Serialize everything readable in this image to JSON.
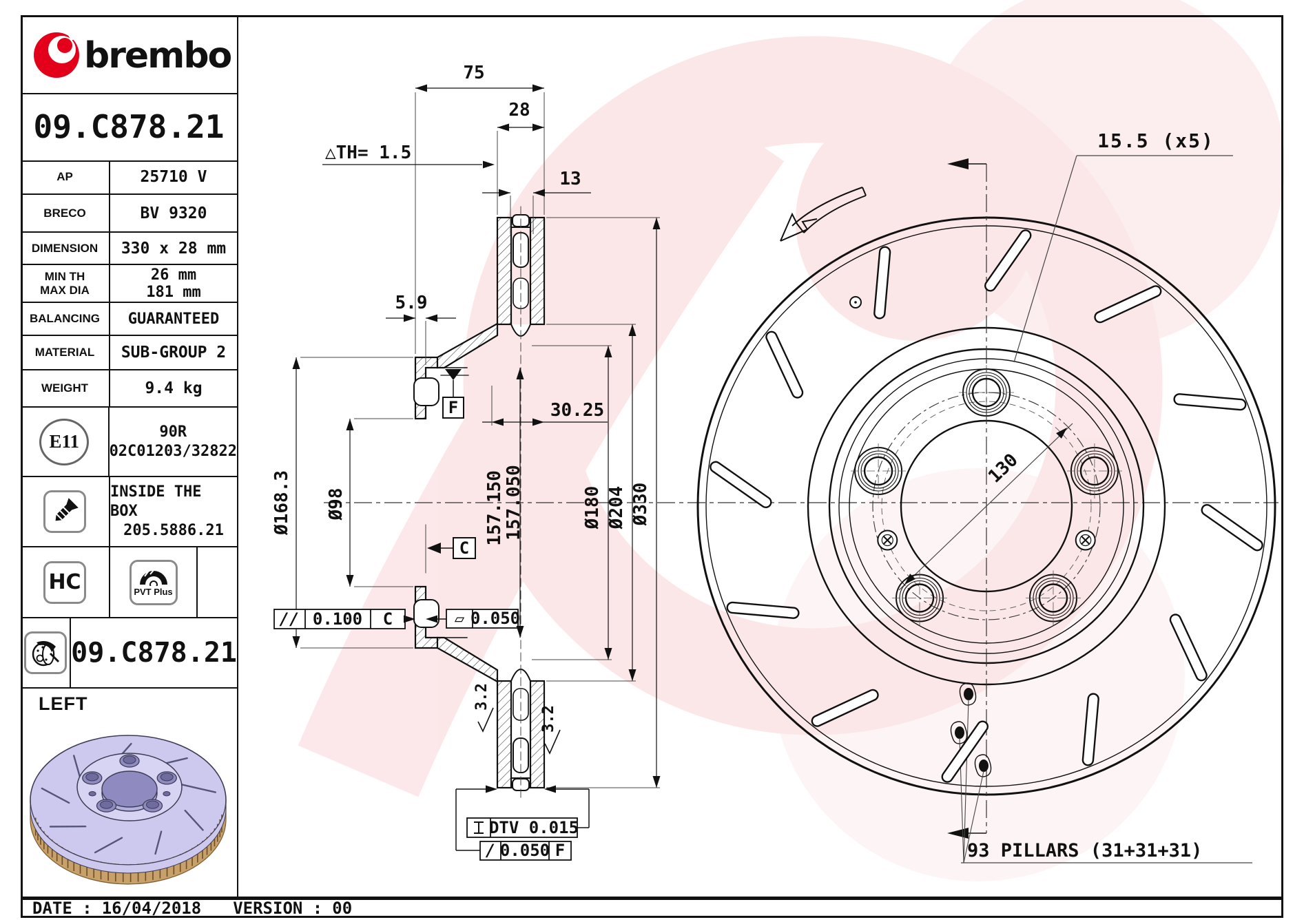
{
  "brand": {
    "name": "brembo"
  },
  "part_number": "09.C878.21",
  "table": {
    "rows": [
      {
        "label": "AP",
        "value": "25710 V"
      },
      {
        "label": "BRECO",
        "value": "BV 9320"
      },
      {
        "label": "DIMENSION",
        "value": "330 x 28 mm"
      },
      {
        "label": "MIN TH",
        "label2": "MAX DIA",
        "value": "26 mm",
        "value2": "181 mm"
      },
      {
        "label": "BALANCING",
        "value": "GUARANTEED"
      },
      {
        "label": "MATERIAL",
        "value": "SUB-GROUP 2"
      },
      {
        "label": "WEIGHT",
        "value": "9.4 kg"
      }
    ]
  },
  "homologation": {
    "badge": "E11",
    "line1": "90R",
    "line2": "02C01203/32822"
  },
  "inside_box": {
    "line1": "INSIDE THE BOX",
    "line2": "205.5886.21"
  },
  "tech_icons": {
    "hc": "HC",
    "pvt": "PVT Plus"
  },
  "disc_row": {
    "part_number": "09.C878.21"
  },
  "orientation_label": "LEFT",
  "footer": {
    "date_label": "DATE :",
    "date": "16/04/2018",
    "version_label": "VERSION :",
    "version": "00"
  },
  "section": {
    "dims": {
      "overall_width": "75",
      "thickness": "28",
      "th_wear": "△TH= 1.5",
      "vent_width": "13",
      "flange_offset": "5.9",
      "pad_depth": "30.25",
      "hat_od": "Ø168.3",
      "bore": "Ø98",
      "register_max": "157.150",
      "register_min": "157.050",
      "vent_id": "Ø180",
      "friction_id": "Ø204",
      "od": "Ø330",
      "rough_left": "3.2",
      "rough_right": "3.2"
    },
    "datums": {
      "f": "F",
      "c": "C"
    },
    "fcf": {
      "parallel_sym": "//",
      "parallel_val": "0.100",
      "parallel_ref": "C",
      "flat_sym": "▱",
      "flat_val": "0.050",
      "dtv_val": "DTV 0.015",
      "runout_sym": "/",
      "runout_val": "0.050",
      "runout_ref": "F"
    }
  },
  "front": {
    "hole_label": "15.5 (x5)",
    "bcd_label": "130",
    "pillars_label": "93 PILLARS (31+31+31)"
  },
  "colors": {
    "brand_red": "#e2001a",
    "watermark_pink": "#e21e2d",
    "disc_lavender": "#cdc9ee",
    "disc_gold": "#c8a06a"
  }
}
